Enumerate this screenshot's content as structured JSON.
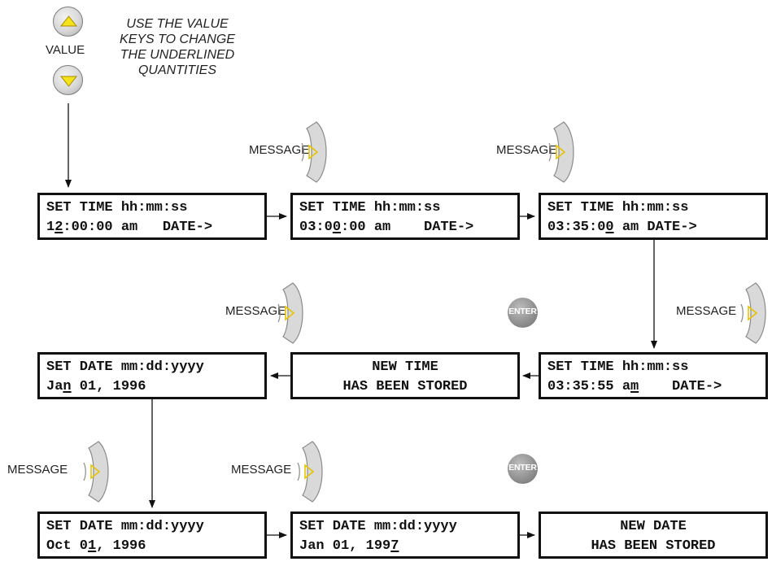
{
  "instruction": [
    "USE THE VALUE",
    "KEYS TO CHANGE",
    "THE UNDERLINED",
    "QUANTITIES"
  ],
  "value_label": "VALUE",
  "message_label": "MESSAGE",
  "enter_label": "ENTER",
  "displays": [
    {
      "line1": "SET TIME hh:mm:ss",
      "line2_pre": "1",
      "line2_u": "2",
      "line2_post": ":00:00 am   DATE->"
    },
    {
      "line1": "SET TIME hh:mm:ss",
      "line2_pre": "03:0",
      "line2_u": "0",
      "line2_post": ":00 am    DATE->"
    },
    {
      "line1": "SET TIME hh:mm:ss",
      "line2_pre": "03:35:0",
      "line2_u": "0",
      "line2_post": " am DATE->"
    },
    {
      "line1": "SET TIME hh:mm:ss",
      "line2_pre": "03:35:55 a",
      "line2_u": "m",
      "line2_post": "    DATE->"
    },
    {
      "line1": "NEW TIME",
      "line2": "HAS BEEN STORED"
    },
    {
      "line1": "SET DATE mm:dd:yyyy",
      "line2_pre": "Ja",
      "line2_u": "n",
      "line2_post": " 01, 1996"
    },
    {
      "line1": "SET DATE mm:dd:yyyy",
      "line2_pre": "Oct 0",
      "line2_u": "1",
      "line2_post": ", 1996"
    },
    {
      "line1": "SET DATE mm:dd:yyyy",
      "line2_pre": "Jan 01, 199",
      "line2_u": "7",
      "line2_post": ""
    },
    {
      "line1": "NEW DATE",
      "line2": "HAS BEEN STORED"
    }
  ]
}
